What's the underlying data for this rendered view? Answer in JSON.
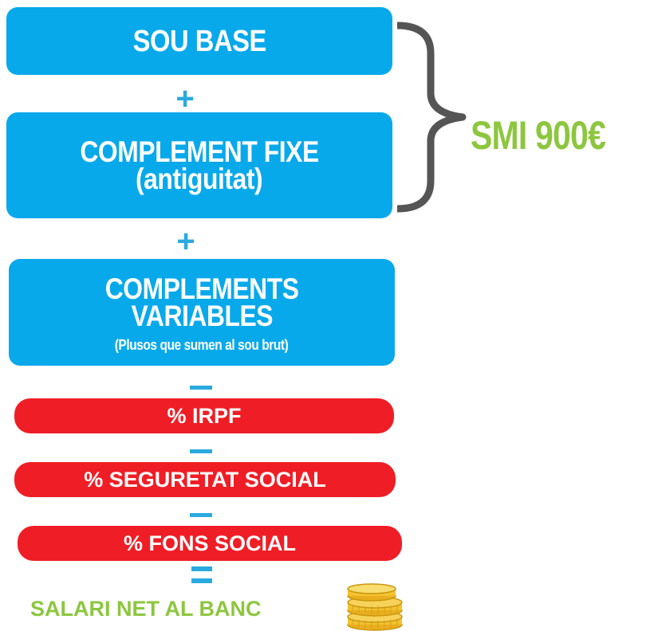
{
  "boxes": {
    "sou_base": "SOU BASE",
    "complement_fixe": {
      "line1": "COMPLEMENT FIXE",
      "line2": "(antiguitat)"
    },
    "complements_variables": {
      "line1": "COMPLEMENTS",
      "line2": "VARIABLES",
      "note": "(Plusos que sumen al sou brut)"
    },
    "irpf": "% IRPF",
    "seguretat_social": "% SEGURETAT SOCIAL",
    "fons_social": "% FONS SOCIAL"
  },
  "operators": {
    "plus": "+"
  },
  "smi_label": "SMI 900€",
  "result_label": "SALARI NET AL BANC",
  "icons": {
    "result": "coins-icon",
    "grouping": "curly-brace-icon"
  },
  "colors": {
    "blue_box": "#08a9ea",
    "red_box": "#ef1e26",
    "operator": "#2aa9df",
    "green_text": "#8dc63f",
    "brace": "#555555",
    "coin": "#f2c230"
  }
}
